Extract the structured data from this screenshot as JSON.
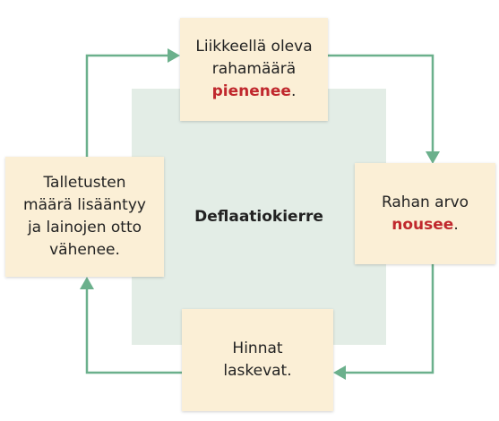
{
  "diagram": {
    "center_title": "Deflaatiokierre",
    "top_box": {
      "line1": "Liikkeellä oleva",
      "line2": "rahamäärä",
      "highlight": "pienenee",
      "suffix": "."
    },
    "right_box": {
      "line1": "Rahan arvo",
      "highlight": "nousee",
      "suffix": "."
    },
    "bottom_box": {
      "line1": "Hinnat",
      "line2": "laskevat."
    },
    "left_box": {
      "line1": "Talletusten",
      "line2": "määrä lisääntyy",
      "line3": "ja lainojen otto",
      "line4": "vähenee."
    },
    "colors": {
      "box_fill": "#fbefd6",
      "center_fill": "#e3ede6",
      "arrow": "#6bb08c",
      "highlight": "#c0282d"
    }
  }
}
